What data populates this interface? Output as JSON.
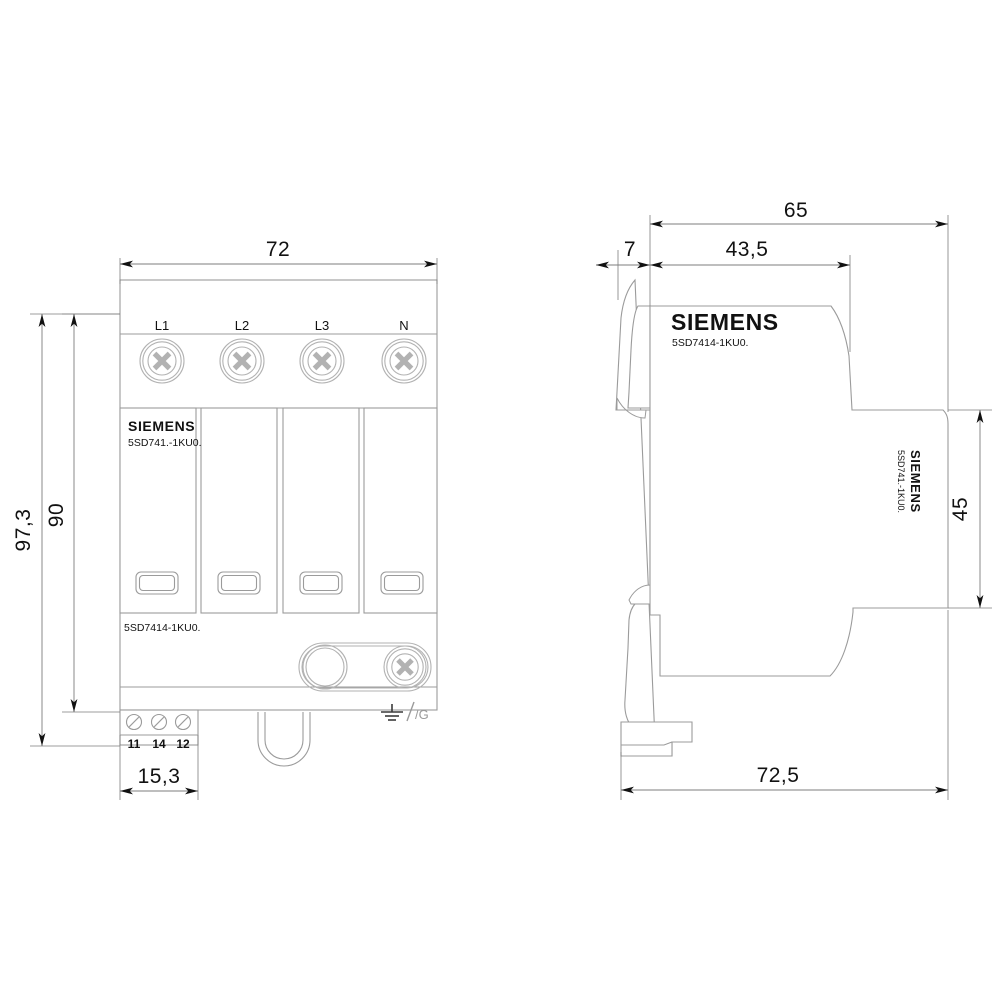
{
  "drawing": {
    "title": "Siemens 5SD7414-1KU0 surge arrester dimensional drawing",
    "units_note": "",
    "line_color": "#9b9b9b",
    "dim_color": "#111111",
    "accent_color": "#111111"
  },
  "front_view": {
    "name": "front-view",
    "terminal_labels": [
      "L1",
      "L2",
      "L3",
      "N"
    ],
    "brand": "SIEMENS",
    "module_part_number": "5SD741.-1KU0.",
    "base_part_number": "5SD7414-1KU0.",
    "ground_label": "/G",
    "aux_terminal_labels": [
      "11",
      "14",
      "12"
    ],
    "dimensions": {
      "width": "72",
      "total_height": "97,3",
      "body_height": "90",
      "aux_width": "15,3"
    }
  },
  "side_view": {
    "name": "side-view",
    "brand": "SIEMENS",
    "part_number_front": "5SD7414-1KU0.",
    "brand_vertical": "SIEMENS",
    "part_number_vertical": "5SD741.-1KU0.",
    "dimensions": {
      "overall_depth": "65",
      "front_offset": "7",
      "body_depth": "43,5",
      "front_face_height": "45",
      "base_depth": "72,5"
    }
  }
}
